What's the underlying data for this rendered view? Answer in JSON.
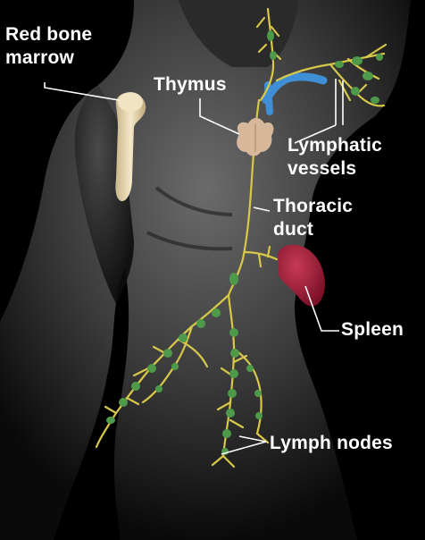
{
  "labels": {
    "red_bone_marrow": [
      "Red bone",
      "marrow"
    ],
    "thymus": "Thymus",
    "lymphatic_vessels": [
      "Lymphatic",
      "vessels"
    ],
    "thoracic_duct": [
      "Thoracic",
      "duct"
    ],
    "spleen": "Spleen",
    "lymph_nodes": "Lymph nodes"
  },
  "colors": {
    "background": "#000000",
    "label_text": "#ffffff",
    "leader_line": "#ffffff",
    "lymph_vessel": "#d8c84a",
    "lymph_node": "#4e9a4a",
    "vein": "#3f8fd6",
    "thymus": "#d8b89a",
    "spleen": "#a81e3a",
    "bone": "#ecdcb4",
    "body_shading": "#5a5a5a"
  }
}
